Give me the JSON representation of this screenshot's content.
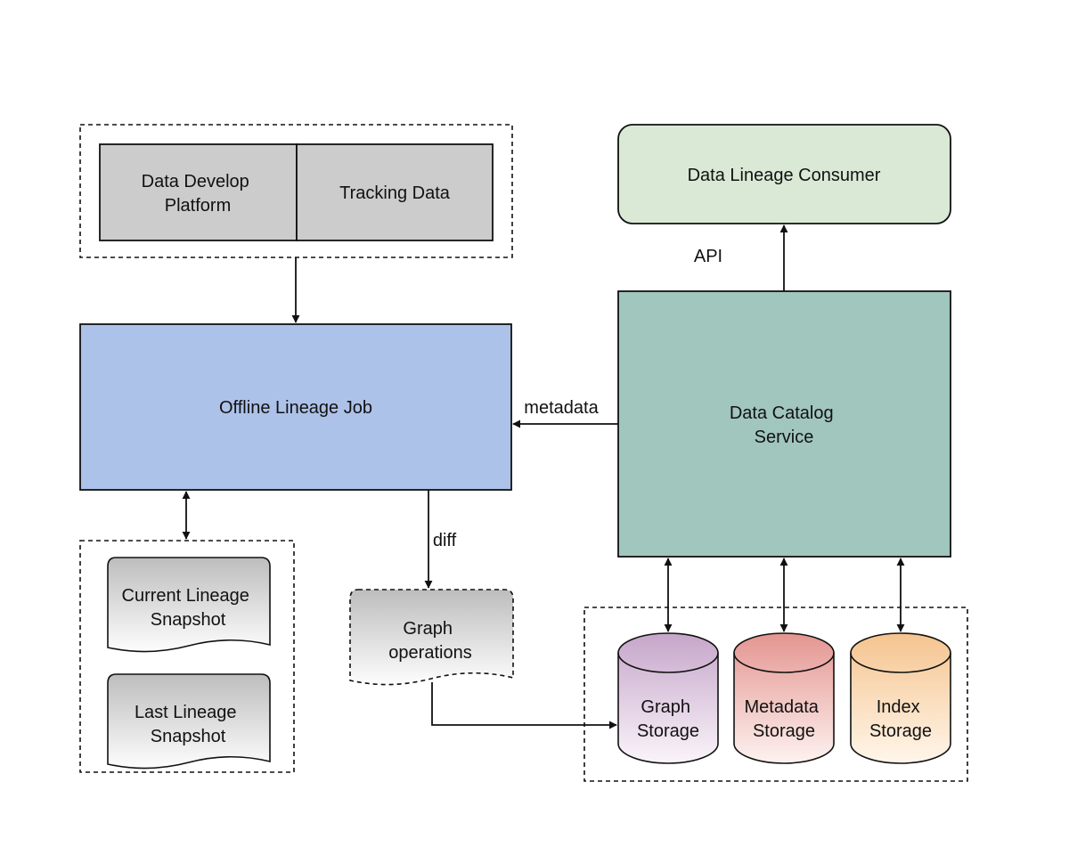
{
  "diagram": {
    "nodes": {
      "data_develop_platform": {
        "lines": [
          "Data Develop",
          "Platform"
        ],
        "fill": "#cccccc"
      },
      "tracking_data": {
        "lines": [
          "Tracking Data"
        ],
        "fill": "#cccccc"
      },
      "offline_lineage_job": {
        "lines": [
          "Offline Lineage Job"
        ],
        "fill": "#adc2e9"
      },
      "data_lineage_consumer": {
        "lines": [
          "Data Lineage Consumer"
        ],
        "fill": "#d9e9d6"
      },
      "data_catalog_service": {
        "lines": [
          "Data Catalog",
          "Service"
        ],
        "fill": "#a1c6bd"
      },
      "current_lineage_snapshot": {
        "lines": [
          "Current Lineage",
          "Snapshot"
        ]
      },
      "last_lineage_snapshot": {
        "lines": [
          "Last Lineage",
          "Snapshot"
        ]
      },
      "graph_operations": {
        "lines": [
          "Graph",
          "operations"
        ]
      },
      "graph_storage": {
        "lines": [
          "Graph",
          "Storage"
        ],
        "fill_top": "#c6a6ca",
        "fill_bottom": "#faf4fa"
      },
      "metadata_storage": {
        "lines": [
          "Metadata",
          "Storage"
        ],
        "fill_top": "#e49590",
        "fill_bottom": "#fdf2f0"
      },
      "index_storage": {
        "lines": [
          "Index",
          "Storage"
        ],
        "fill_top": "#f5c48f",
        "fill_bottom": "#fff6ea"
      }
    },
    "edge_labels": {
      "api": "API",
      "metadata": "metadata",
      "diff": "diff"
    }
  }
}
